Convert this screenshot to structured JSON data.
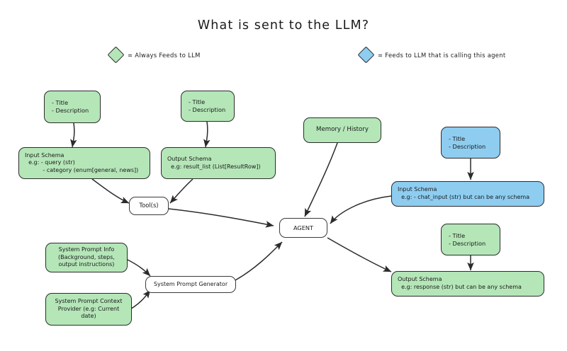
{
  "diagram": {
    "title": "What is sent to the LLM?",
    "legend": [
      {
        "name": "always-feeds",
        "color": "#b5e6b8",
        "label": "= Always Feeds to LLM"
      },
      {
        "name": "feeds-calling-agent",
        "color": "#8ecdf0",
        "label": "= Feeds to LLM that is calling this agent"
      }
    ],
    "nodes": {
      "tool_input_meta": "- Title\n- Description",
      "tool_output_meta": "- Title\n- Description",
      "tool_input_schema": "Input Schema\n  e.g: - query (str)\n          - category (enum[general, news])",
      "tool_output_schema": "Output Schema\n  e.g: result_list (List[ResultRow])",
      "tools": "Tool(s)",
      "memory_history": "Memory / History",
      "agent": "AGENT",
      "agent_input_meta": "- Title\n- Description",
      "agent_input_schema": "Input Schema\n  e.g: - chat_input (str) but can be any schema",
      "agent_output_meta": "- Title\n- Description",
      "agent_output_schema": "Output Schema\n  e.g: response (str) but can be any schema",
      "system_prompt_info": "System Prompt Info\n(Background, steps,\noutput instructions)",
      "system_prompt_context_provider": "System Prompt Context\nProvider (e.g: Current\ndate)",
      "system_prompt_generator": "System Prompt Generator"
    }
  }
}
